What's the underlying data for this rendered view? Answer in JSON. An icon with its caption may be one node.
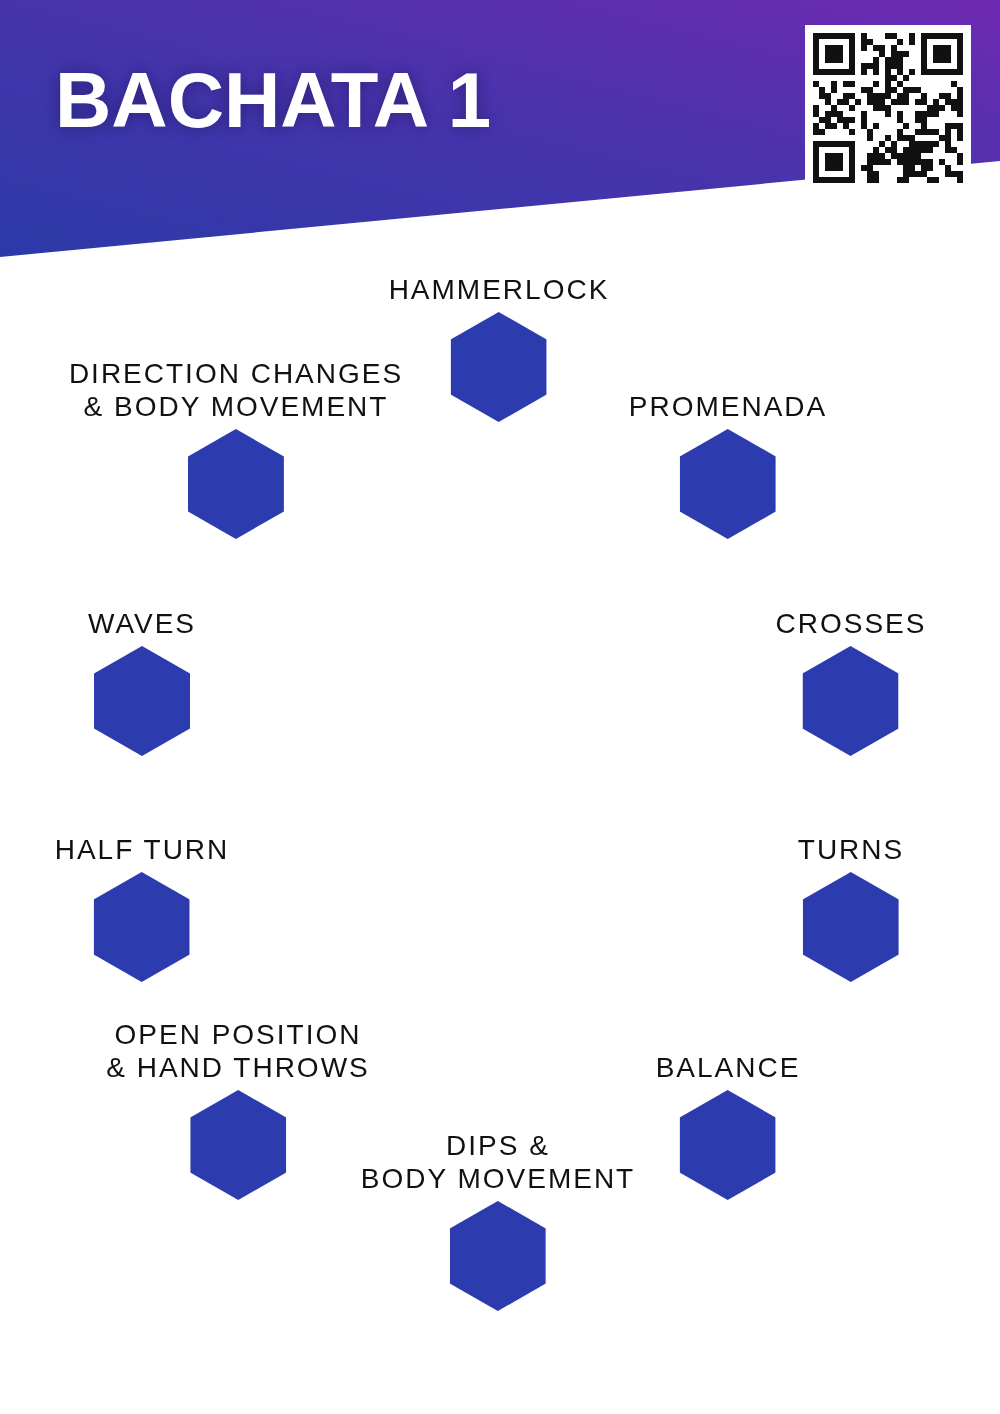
{
  "diagram": {
    "title": "BACHATA 1",
    "nodes": [
      {
        "text": [
          "HAMMERLOCK"
        ]
      },
      {
        "text": [
          "DIRECTION CHANGES & BODY MOVEMENT"
        ]
      },
      {
        "text": [
          "PROMENADA"
        ]
      },
      {
        "text": [
          "WAVES"
        ]
      },
      {
        "text": [
          "CROSSES"
        ]
      },
      {
        "text": [
          "HALF TURN"
        ]
      },
      {
        "text": [
          "TURNS"
        ]
      },
      {
        "text": [
          "OPEN POSITION & HAND THROWS"
        ]
      },
      {
        "text": [
          "BALANCE"
        ]
      },
      {
        "text": [
          "DIPS & BODY MOVEMENT"
        ]
      }
    ]
  }
}
